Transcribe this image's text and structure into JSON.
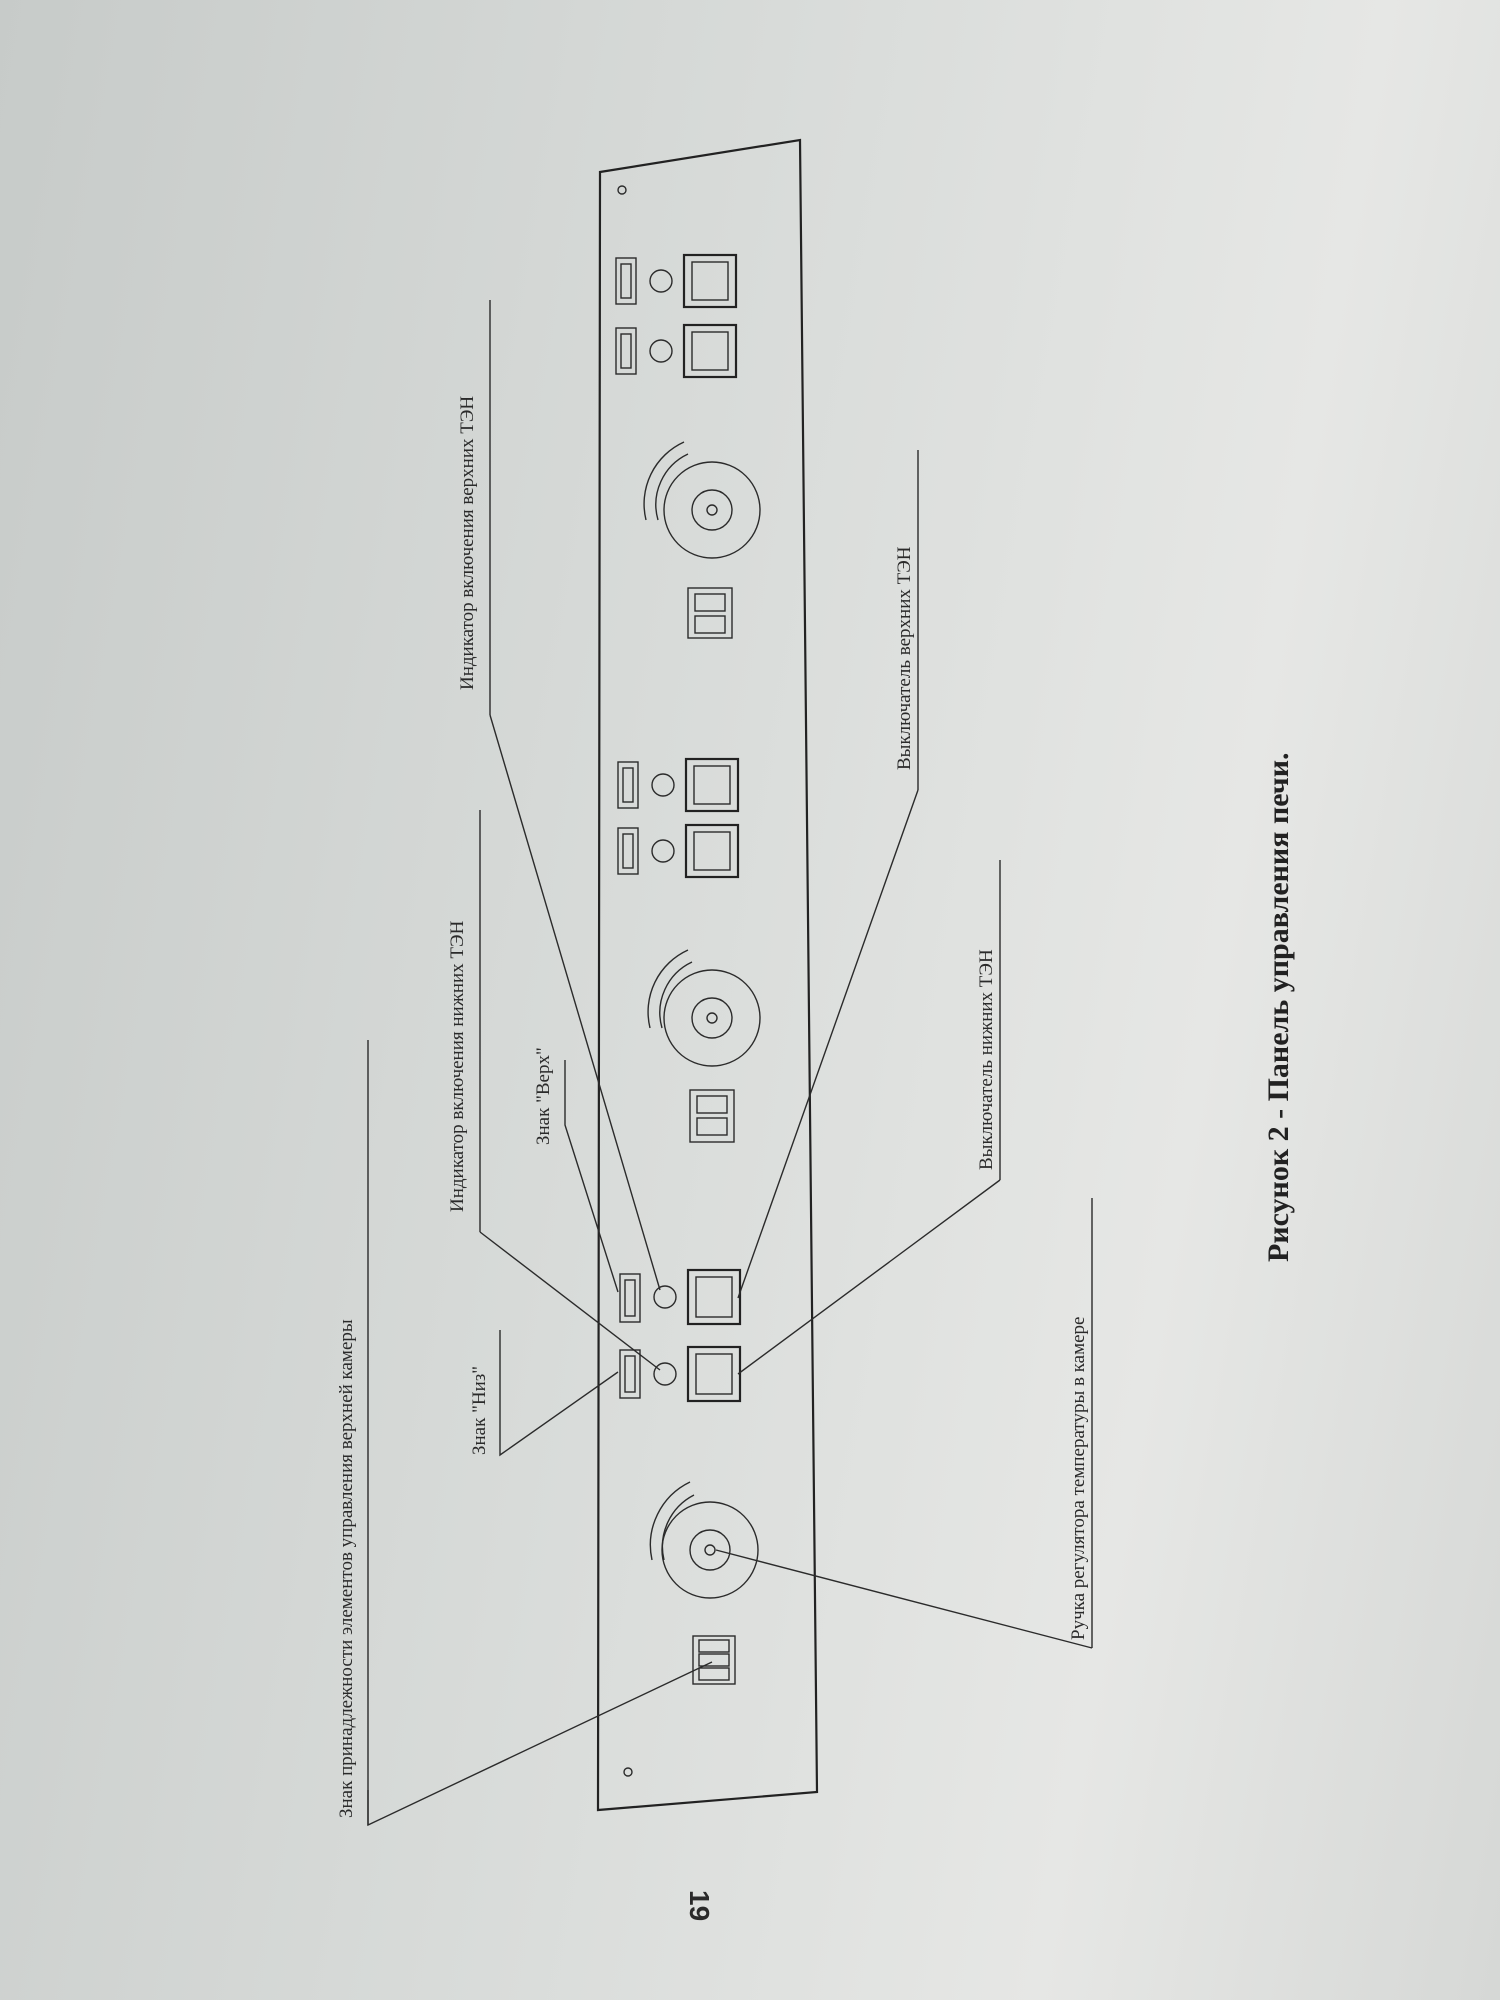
{
  "figure": {
    "caption": "Рисунок 2 - Панель управления печи.",
    "page_number": "19"
  },
  "labels": {
    "chamber_sign": "Знак принадлежности элементов управления верхней камеры",
    "sign_bottom": "Знак \"Низ\"",
    "indicator_bottom": "Индикатор включения нижних ТЭН",
    "sign_top": "Знак \"Верх\"",
    "indicator_top": "Индикатор включения верхних ТЭН",
    "switch_top": "Выключатель верхних ТЭН",
    "switch_bottom": "Выключатель нижних ТЭН",
    "temp_knob": "Ручка регулятора температуры в камере"
  },
  "colors": {
    "paper": "#dcdedc",
    "ink": "#2b2b2b"
  }
}
